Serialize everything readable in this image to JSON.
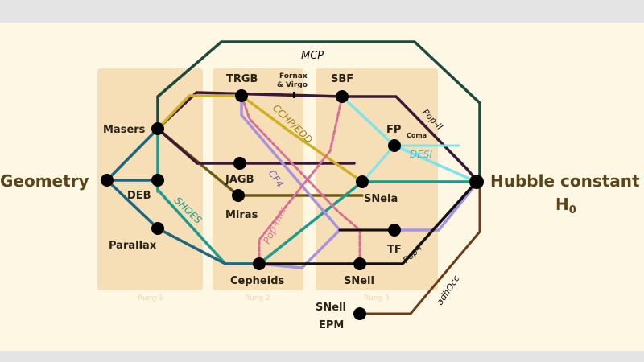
{
  "endpoints": {
    "left": "Geometry",
    "right_line1": "Hubble constant",
    "right_line2_base": "H",
    "right_line2_sub": "0"
  },
  "rungs": [
    "Rung 1",
    "Rung 2",
    "Rung 3"
  ],
  "stations": {
    "masers": "Masers",
    "deb": "DEB",
    "parallax": "Parallax",
    "trgb": "TRGB",
    "jagb": "JAGB",
    "miras": "Miras",
    "cepheids": "Cepheids",
    "fornax_line1": "Fornax",
    "fornax_line2": "& Virgo",
    "sbf": "SBF",
    "fp": "FP",
    "coma": "Coma",
    "snela": "SNela",
    "tf": "TF",
    "snell": "SNell",
    "snell_epm_line1": "SNell",
    "snell_epm_line2": "EPM"
  },
  "lines": {
    "mcp": "MCP",
    "cchp": "CCHP/EDD",
    "pop2": "Pop-II",
    "desi": "DESI",
    "cf4": "CF4",
    "shoes": "SHOES",
    "popmix": "Pop-mix",
    "pop1": "Pop-I",
    "adhocc": "adhOcc"
  },
  "colors": {
    "mcp": "#1d4a3c",
    "cchp": "#cfb020",
    "pop2": "#3b1836",
    "desi": "#7fe3ea",
    "cf4": "#a792e2",
    "shoes": "#1f9a8e",
    "popmix": "#d86e94",
    "pop1": "#111111",
    "olive": "#6e5c12",
    "geometry_blue": "#1b6680",
    "adhocc": "#6c3c1a",
    "rung_box": "#f6dfb6"
  }
}
